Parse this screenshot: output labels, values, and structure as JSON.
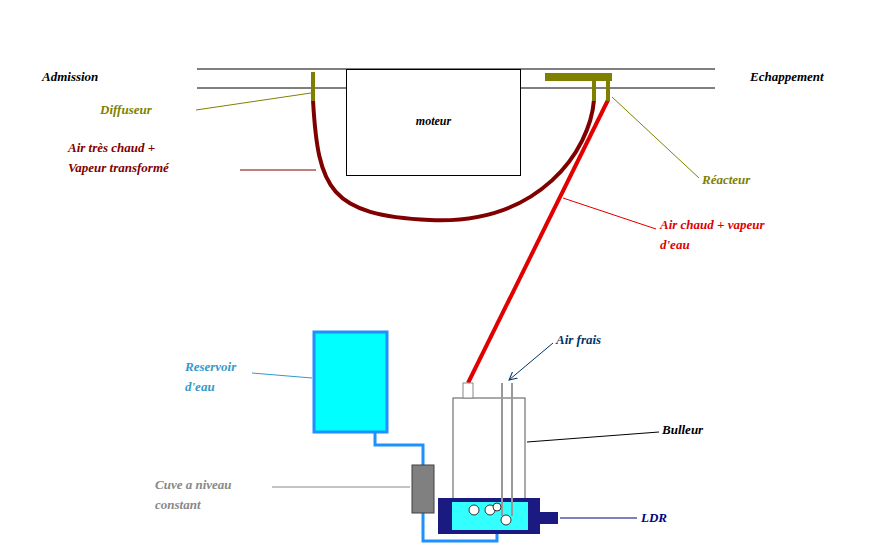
{
  "diagram": {
    "nodes": [
      {
        "text": [
          "moteur"
        ]
      }
    ],
    "labels": [
      "Admission",
      "Echappement",
      "Diffuseur",
      "Air très chaud + Vapeur transformé",
      "Réacteur",
      "Air chaud + vapeur d'eau",
      "Air frais",
      "Reservoir d'eau",
      "Bulleur",
      "Cuve a niveau constant",
      "LDR"
    ]
  }
}
